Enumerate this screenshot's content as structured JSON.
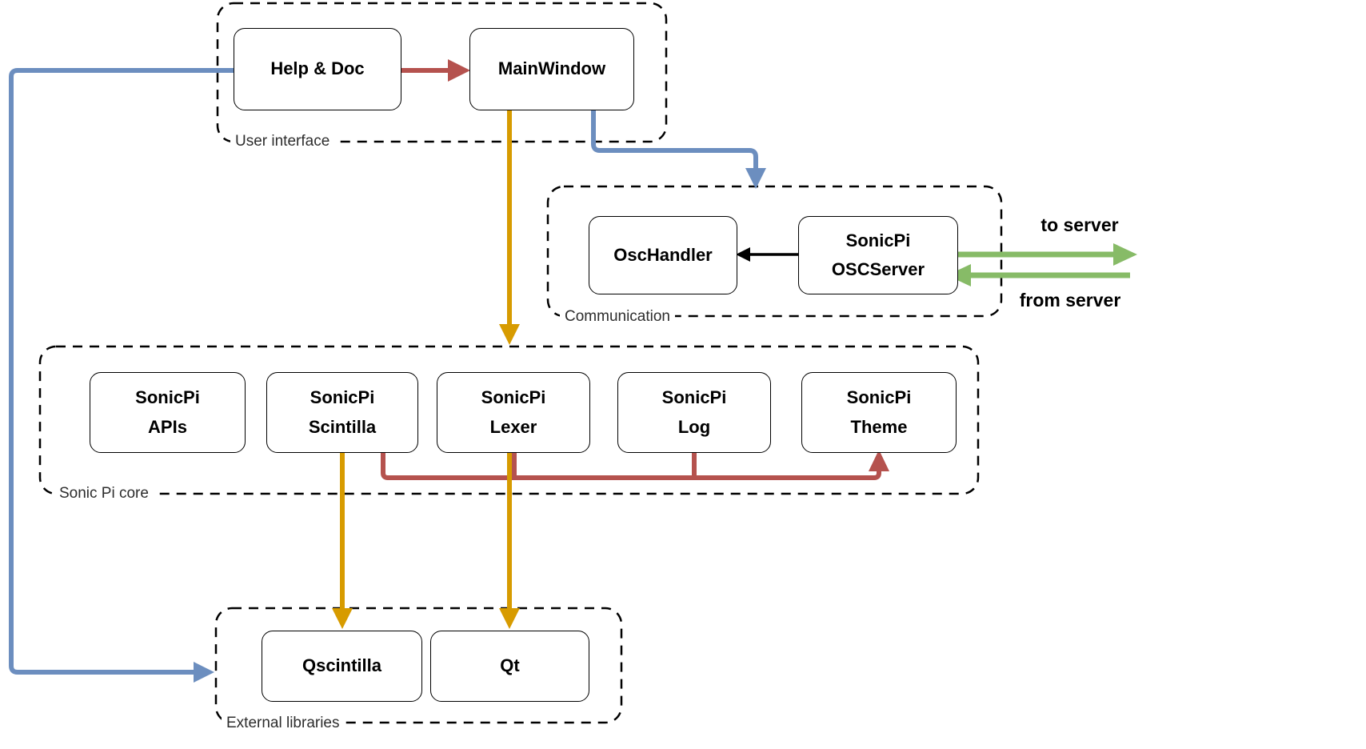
{
  "diagram": {
    "groups": [
      {
        "id": "user-interface",
        "label": "User interface",
        "boxes": [
          {
            "id": "help-doc",
            "label": "Help & Doc"
          },
          {
            "id": "mainwindow",
            "label": "MainWindow"
          }
        ]
      },
      {
        "id": "communication",
        "label": "Communication",
        "boxes": [
          {
            "id": "oschandler",
            "label": "OscHandler"
          },
          {
            "id": "oscserver",
            "label": "SonicPi\nOSCServer"
          }
        ]
      },
      {
        "id": "sonic-pi-core",
        "label": "Sonic Pi core",
        "boxes": [
          {
            "id": "sonicpi-apis",
            "label": "SonicPi\nAPIs"
          },
          {
            "id": "sonicpi-scintilla",
            "label": "SonicPi\nScintilla"
          },
          {
            "id": "sonicpi-lexer",
            "label": "SonicPi\nLexer"
          },
          {
            "id": "sonicpi-log",
            "label": "SonicPi\nLog"
          },
          {
            "id": "sonicpi-theme",
            "label": "SonicPi\nTheme"
          }
        ]
      },
      {
        "id": "external-libraries",
        "label": "External libraries",
        "boxes": [
          {
            "id": "qscintilla",
            "label": "Qscintilla"
          },
          {
            "id": "qt",
            "label": "Qt"
          }
        ]
      }
    ],
    "edge_labels": {
      "to_server": "to server",
      "from_server": "from server"
    },
    "colors": {
      "red": "#b5524e",
      "orange": "#d79b00",
      "blue": "#6c8ebf",
      "green": "#87bb67",
      "black": "#000000"
    }
  }
}
